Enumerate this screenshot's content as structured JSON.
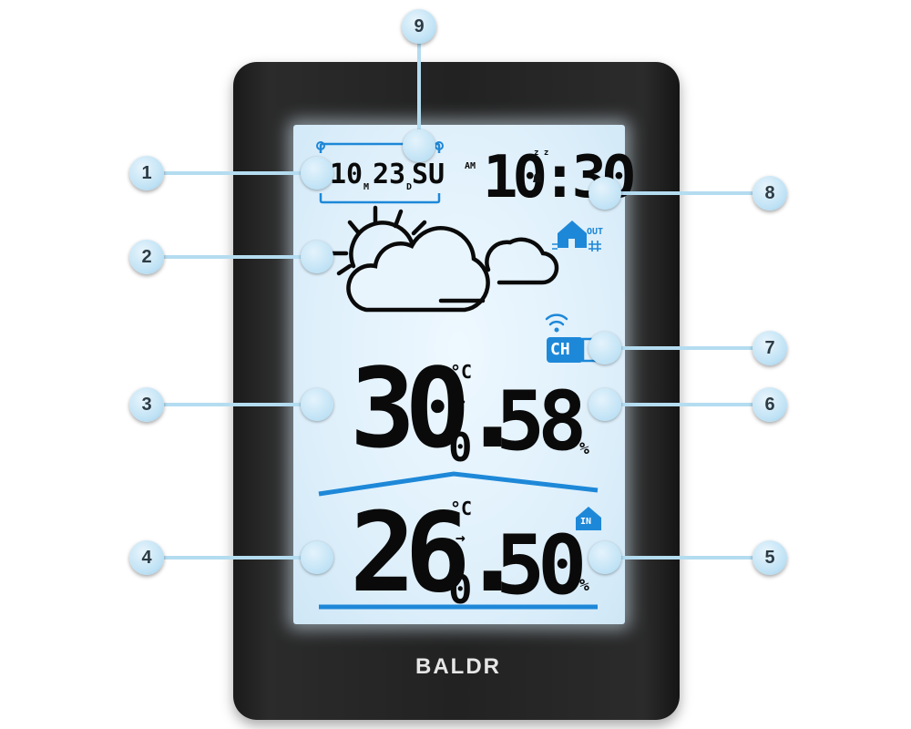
{
  "brand": "BALDR",
  "badges": [
    "1",
    "2",
    "3",
    "4",
    "5",
    "6",
    "7",
    "8",
    "9"
  ],
  "display": {
    "date": {
      "month": "10",
      "month_unit": "M",
      "day": "23",
      "day_unit": "D",
      "weekday": "SU"
    },
    "time": {
      "ampm": "AM",
      "value": "10:30",
      "snooze": "z z"
    },
    "outdoor": {
      "label": "OUT",
      "temperature": "30.",
      "temperature_decimal": "0",
      "unit": "°C",
      "trend": "→",
      "humidity": "58",
      "humidity_unit": "%"
    },
    "channel": {
      "label": "CH"
    },
    "indoor": {
      "label": "IN",
      "temperature": "26.",
      "temperature_decimal": "0",
      "unit": "°C",
      "trend": "→",
      "humidity": "50",
      "humidity_unit": "%"
    }
  },
  "colors": {
    "accent": "#1e88d8",
    "lcd_background": "#dff0fb",
    "housing": "#222222"
  }
}
